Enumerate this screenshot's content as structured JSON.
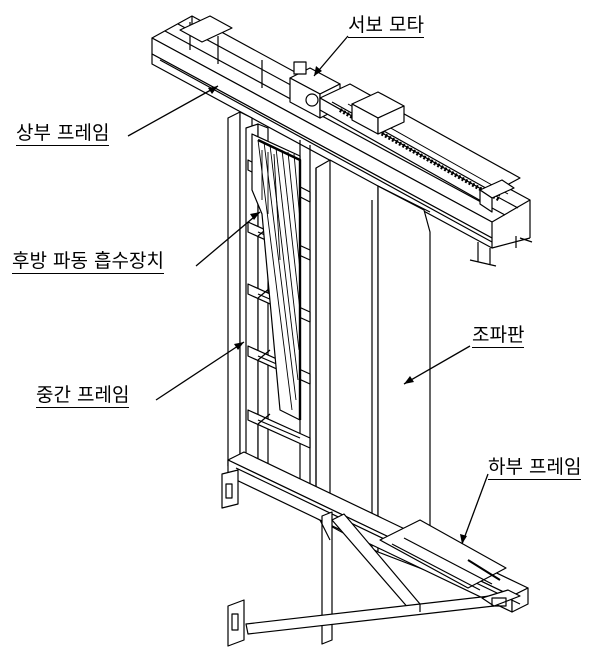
{
  "labels": {
    "servo_motor": "서보 모타",
    "upper_frame": "상부 프레임",
    "rear_wave_absorber": "후방 파동 흡수장치",
    "wave_plate": "조파판",
    "middle_frame": "중간 프레임",
    "lower_frame": "하부 프레임"
  }
}
